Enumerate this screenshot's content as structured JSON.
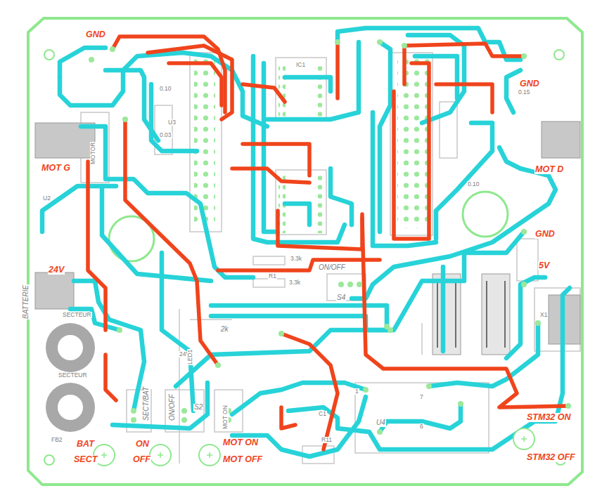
{
  "diagram": {
    "labels": [
      "GND",
      "GND",
      "GND",
      "MOT G",
      "MOT D",
      "24V",
      "5V",
      "BAT",
      "SECT",
      "ON",
      "OFF",
      "MOT ON",
      "MOT OFF",
      "STM32 ON",
      "STM32 OFF",
      "BATTERIE",
      "SECTEUR",
      "SECTEUR",
      "FB2",
      "ON/OFF",
      "S4",
      "3.3k",
      "3.3k",
      "R1",
      "2k",
      "24V",
      "LED1",
      "SECT/BAT",
      "ON/OFF",
      "S2",
      "MOT ON",
      "U2",
      "U4",
      "C1",
      "R11",
      "X1",
      "0.10",
      "0.10",
      "0.15",
      "0.03",
      "U3",
      "IC1",
      "MOTOR",
      "7",
      "6",
      "1"
    ]
  }
}
